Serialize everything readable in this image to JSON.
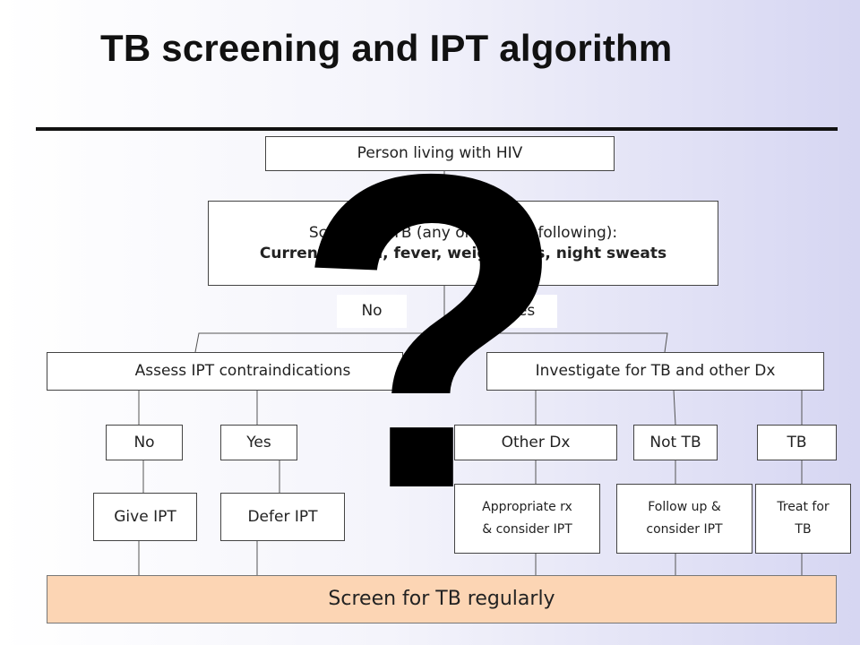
{
  "title": "TB screening and IPT algorithm",
  "nodes": {
    "start": "Person living with HIV",
    "screen_line1": "Screen for TB (any one of the following):",
    "screen_line2": "Current cough, fever, weight loss, night sweats",
    "branch_no": "No",
    "branch_yes": "Yes",
    "assess": "Assess IPT contraindications",
    "investigate": "Investigate for TB and other Dx",
    "assess_no": "No",
    "assess_yes": "Yes",
    "other_dx": "Other Dx",
    "not_tb": "Not TB",
    "tb": "TB",
    "give_ipt": "Give IPT",
    "defer_ipt": "Defer IPT",
    "appropriate_rx_line1": "Appropriate rx",
    "appropriate_rx_line2": "& consider IPT",
    "follow_up_line1": "Follow up &",
    "follow_up_line2": "consider IPT",
    "treat_line1": "Treat for",
    "treat_line2": "TB",
    "screen_regularly": "Screen for TB regularly"
  },
  "overlay_symbol": "?",
  "colors": {
    "bottom_fill": "#fcd5b4",
    "overlay": "#000000"
  }
}
